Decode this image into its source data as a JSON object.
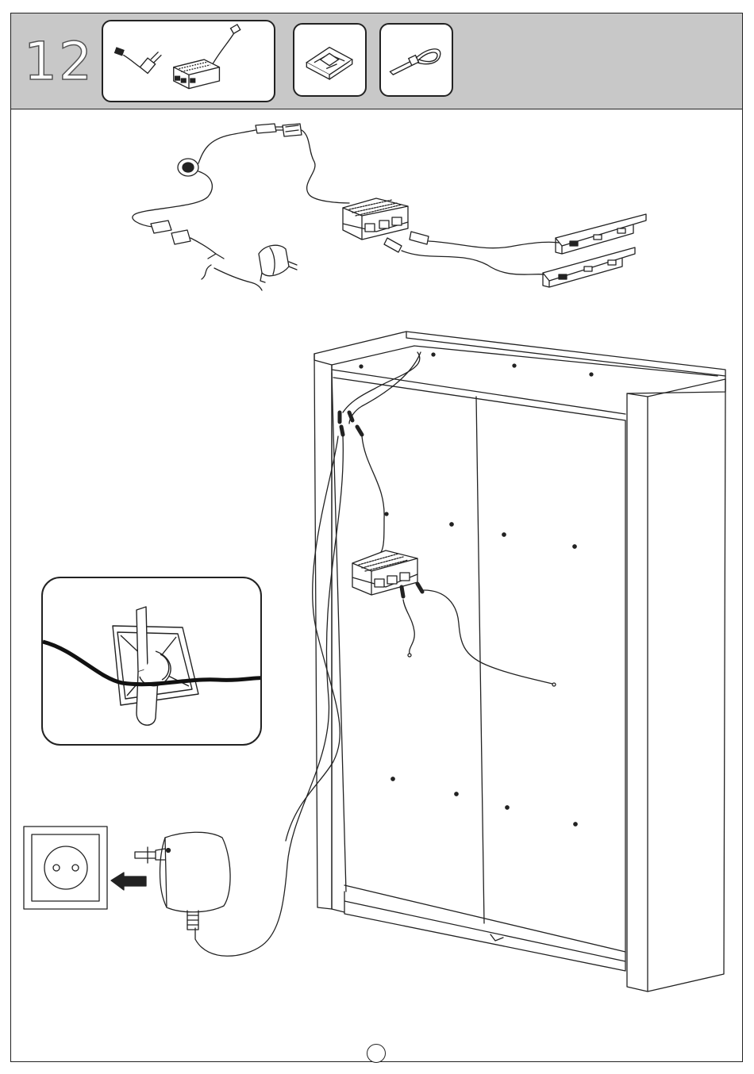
{
  "step": {
    "number": "12"
  },
  "parts": [
    {
      "name": "power-adapter-with-splitter",
      "icon": "adapter-splitter-icon"
    },
    {
      "name": "adhesive-cable-mount",
      "icon": "cable-mount-icon"
    },
    {
      "name": "cable-tie",
      "icon": "cable-tie-icon"
    }
  ],
  "colors": {
    "header_band": "#c8c8c8",
    "line": "#222222",
    "step_number_fill": "#ffffff"
  }
}
